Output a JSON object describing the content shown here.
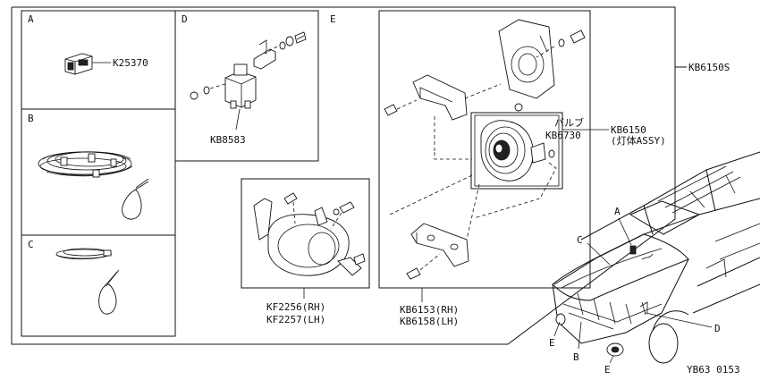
{
  "sections": {
    "a": "A",
    "b": "B",
    "c": "C",
    "d": "D",
    "e": "E"
  },
  "parts": {
    "switch": "K25370",
    "relay": "KB8583",
    "kit": "KB6150S",
    "fog_lamp_assy": "KB6150",
    "fog_lamp_assy_note": "(灯体ASSY)",
    "bulb_label": "バルブ",
    "bulb": "KB6730",
    "bracket_rh": "KB6153(RH)",
    "bracket_lh": "KB6158(LH)",
    "finisher_rh": "KF2256(RH)",
    "finisher_lh": "KF2257(LH)"
  },
  "vehicle_callouts": {
    "a": "A",
    "c": "C",
    "d": "D",
    "e_upper": "E",
    "b": "B",
    "e_lower": "E"
  },
  "diagram_code": "YB63 0153"
}
